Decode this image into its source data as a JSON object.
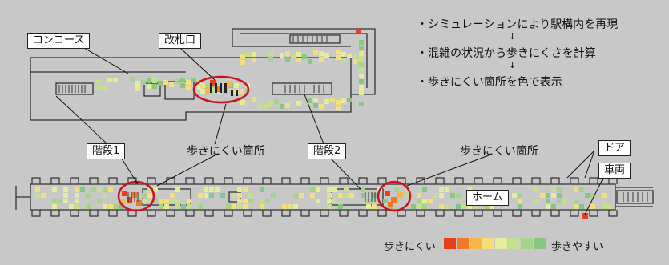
{
  "labels": {
    "concourse": "コンコース",
    "ticket_gate": "改札口",
    "stairs1": "階段1",
    "stairs2": "階段2",
    "hard_spot_1": "歩きにくい箇所",
    "hard_spot_2": "歩きにくい箇所",
    "door": "ドア",
    "car": "車両",
    "platform": "ホーム"
  },
  "notes": {
    "step1": "・シミュレーションにより駅構内を再現",
    "arrow1": "↓",
    "step2": "・混雑の状況から歩きにくさを計算",
    "arrow2": "↓",
    "step3": "・歩きにくい箇所を色で表示"
  },
  "legend": {
    "hard_label": "歩きにくい",
    "easy_label": "歩きやすい",
    "colors": [
      "#e8401c",
      "#f07a2a",
      "#f6b64a",
      "#f4e07a",
      "#e6ec9a",
      "#c6df8e",
      "#a6d38a",
      "#86c784"
    ]
  },
  "colors": {
    "background": "#c8c8c8",
    "highlight_circle": "#d0101a",
    "structure": "#333333"
  }
}
